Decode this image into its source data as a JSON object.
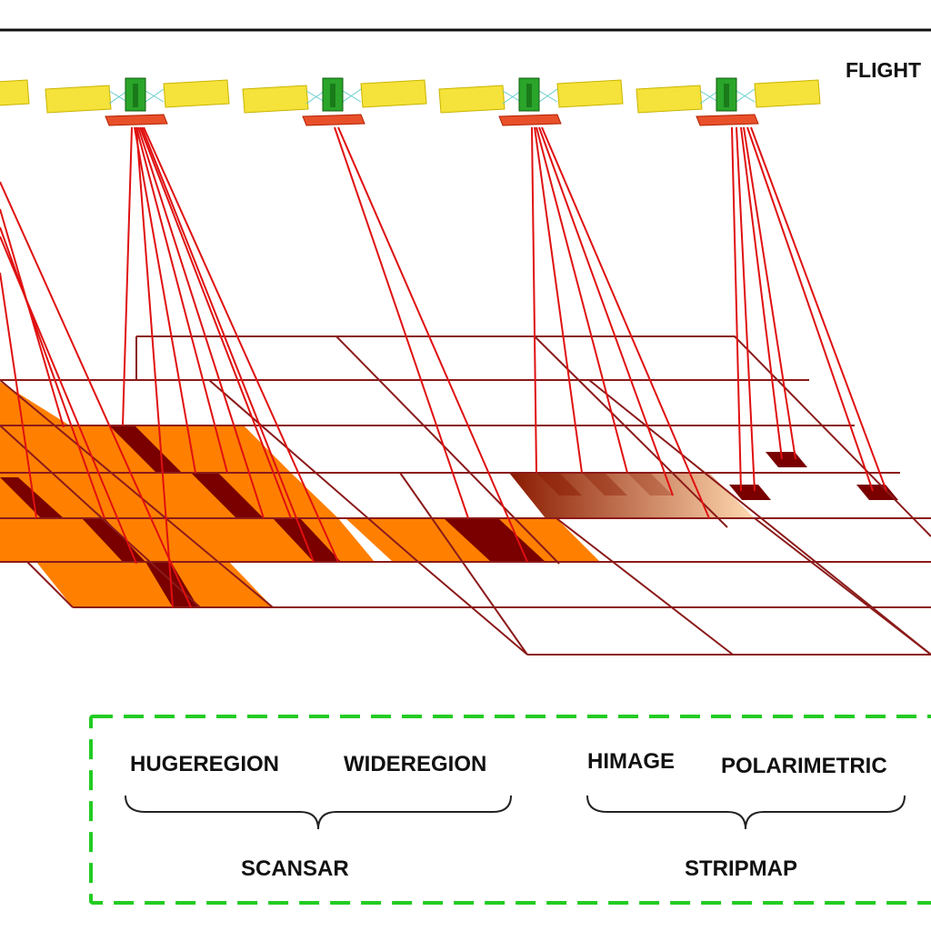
{
  "flight_label": "FLIGHT",
  "legend": {
    "scansar": {
      "group_label": "SCANSAR",
      "modes": [
        "HUGEREGION",
        "WIDEREGION"
      ]
    },
    "stripmap": {
      "group_label": "STRIPMAP",
      "modes": [
        "HIMAGE",
        "POLARIMETRIC"
      ]
    }
  },
  "satellite_count": 5,
  "colors": {
    "beam": "#e01010",
    "grid": "#8b1a1a",
    "footprint_fill": "#ff8000",
    "footprint_dark": "#7a0000",
    "solar_panel": "#f5e23a",
    "satellite_body": "#2aa52a",
    "antenna": "#e8502a",
    "legend_border": "#22cc22"
  }
}
